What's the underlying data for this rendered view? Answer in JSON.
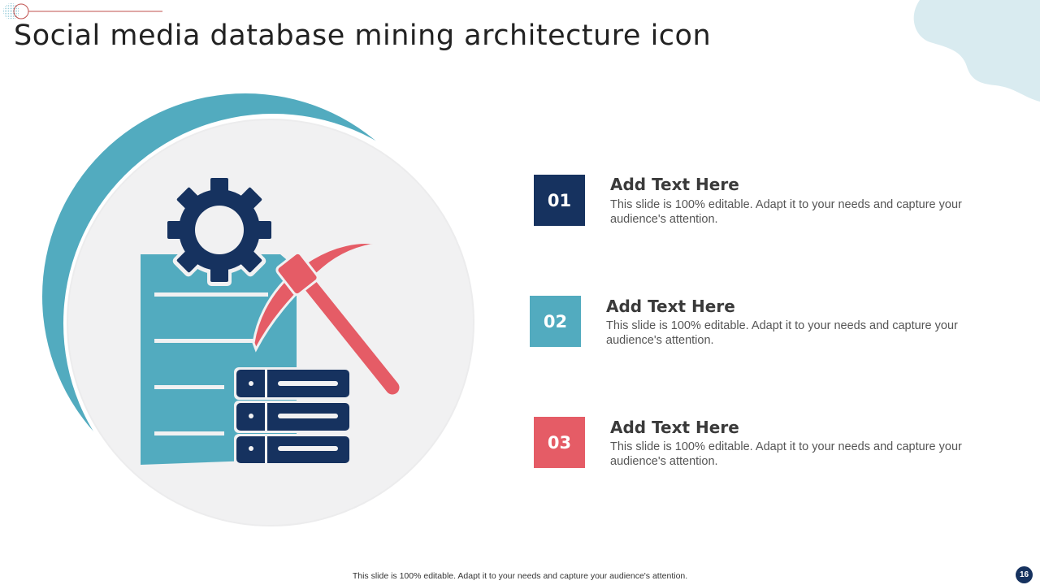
{
  "slide": {
    "title": "Social media database mining architecture icon",
    "page_number": "16",
    "footer_note": "This slide is 100% editable. Adapt it to your needs and capture your audience's attention."
  },
  "colors": {
    "navy": "#16325f",
    "teal": "#52abbf",
    "coral": "#e55c66",
    "circle_fill": "#f1f1f2",
    "blob": "#d9ebf0"
  },
  "illustration": {
    "icons": [
      "gear-icon",
      "document-icon",
      "pickaxe-icon",
      "database-server-icon"
    ]
  },
  "items": [
    {
      "number": "01",
      "heading": "Add Text Here",
      "body": "This slide is 100% editable. Adapt it to your needs and capture your audience's attention.",
      "color": "#16325f"
    },
    {
      "number": "02",
      "heading": "Add Text Here",
      "body": "This slide is 100% editable. Adapt it to your needs and capture your audience's attention.",
      "color": "#52abbf"
    },
    {
      "number": "03",
      "heading": "Add Text Here",
      "body": "This slide is 100% editable. Adapt it to your needs and capture your audience's attention.",
      "color": "#e55c66"
    }
  ]
}
